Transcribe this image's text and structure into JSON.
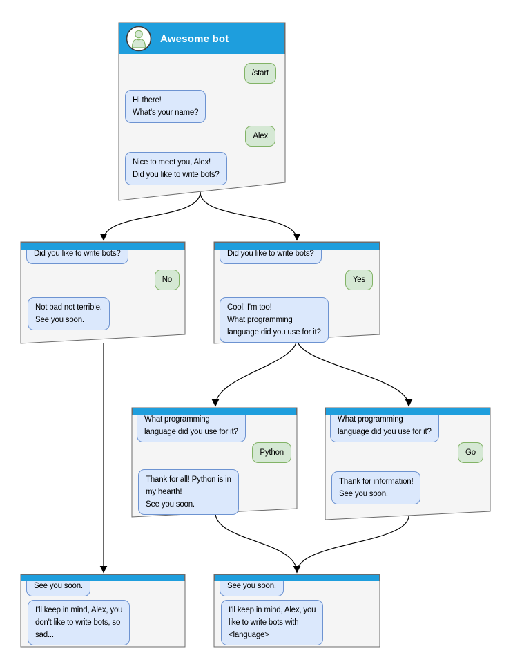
{
  "colors": {
    "titlebar_blue": "#1e9edd",
    "window_bg": "#f5f5f5",
    "window_border": "#6b6b6b",
    "bot_bubble_bg": "#dbe8fc",
    "bot_bubble_border": "#6d93d1",
    "user_bubble_bg": "#d5e8d4",
    "user_bubble_border": "#82b366",
    "arrow": "#000000"
  },
  "root_window": {
    "title": "Awesome bot",
    "avatar": "person-icon",
    "messages": [
      {
        "from": "user",
        "text": "/start"
      },
      {
        "from": "bot",
        "text": "Hi there!\nWhat's your name?"
      },
      {
        "from": "user",
        "text": "Alex"
      },
      {
        "from": "bot",
        "text": "Nice to meet you, Alex!\nDid you like to write bots?"
      }
    ]
  },
  "branches": {
    "no": {
      "messages": [
        {
          "from": "bot",
          "text": "Did you like to write bots?"
        },
        {
          "from": "user",
          "text": "No"
        },
        {
          "from": "bot",
          "text": "Not bad not terrible.\nSee you soon."
        }
      ]
    },
    "yes": {
      "messages": [
        {
          "from": "bot",
          "text": "Did you like to write bots?"
        },
        {
          "from": "user",
          "text": "Yes"
        },
        {
          "from": "bot",
          "text": "Cool! I'm too!\nWhat programming\nlanguage did you use for it?"
        }
      ]
    },
    "python": {
      "messages": [
        {
          "from": "bot",
          "text": "What programming\nlanguage did you use for it?"
        },
        {
          "from": "user",
          "text": "Python"
        },
        {
          "from": "bot",
          "text": "Thank for all! Python is in\nmy hearth!\nSee you soon."
        }
      ]
    },
    "go": {
      "messages": [
        {
          "from": "bot",
          "text": "What programming\nlanguage did you use for it?"
        },
        {
          "from": "user",
          "text": "Go"
        },
        {
          "from": "bot",
          "text": "Thank for information!\nSee you soon."
        }
      ]
    },
    "end_no": {
      "messages": [
        {
          "from": "bot",
          "text": "See you soon."
        },
        {
          "from": "bot",
          "text": "I'll keep in mind, Alex, you\ndon't like to write bots, so\nsad..."
        }
      ]
    },
    "end_yes": {
      "messages": [
        {
          "from": "bot",
          "text": "See you soon."
        },
        {
          "from": "bot",
          "text": "I'll keep in mind, Alex, you\nlike to write bots with\n<language>"
        }
      ]
    }
  },
  "edges": [
    {
      "from": "root",
      "to": "no-branch"
    },
    {
      "from": "root",
      "to": "yes-branch"
    },
    {
      "from": "yes-branch",
      "to": "python-branch"
    },
    {
      "from": "yes-branch",
      "to": "go-branch"
    },
    {
      "from": "no-branch",
      "to": "end-no"
    },
    {
      "from": "python-branch",
      "to": "end-yes"
    },
    {
      "from": "go-branch",
      "to": "end-yes"
    }
  ]
}
